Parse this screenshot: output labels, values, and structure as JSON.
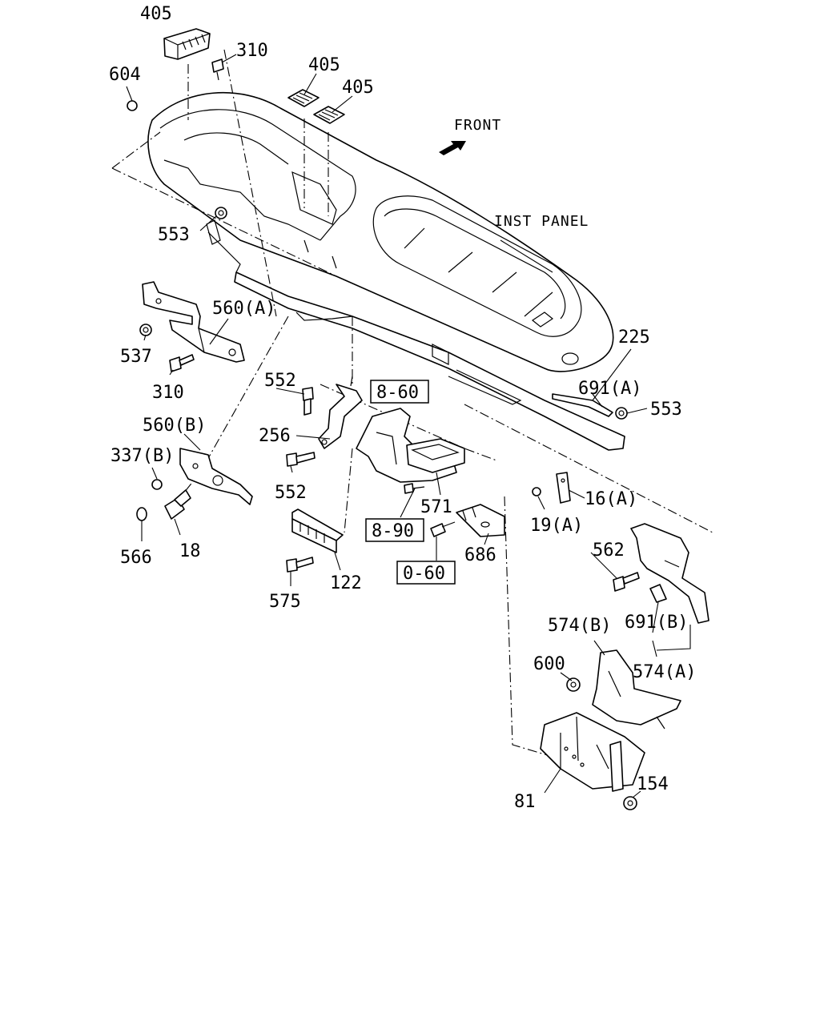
{
  "annotations": {
    "front": "FRONT",
    "inst_panel": "INST PANEL"
  },
  "ref_boxes": [
    "8-60",
    "8-90",
    "0-60"
  ],
  "callouts": [
    "405",
    "310",
    "405",
    "405",
    "604",
    "553",
    "560(A)",
    "537",
    "310",
    "552",
    "256",
    "552",
    "560(B)",
    "337(B)",
    "566",
    "18",
    "575",
    "122",
    "571",
    "686",
    "19(A)",
    "16(A)",
    "225",
    "691(A)",
    "553",
    "562",
    "691(B)",
    "574(B)",
    "600",
    "574(A)",
    "81",
    "154"
  ]
}
